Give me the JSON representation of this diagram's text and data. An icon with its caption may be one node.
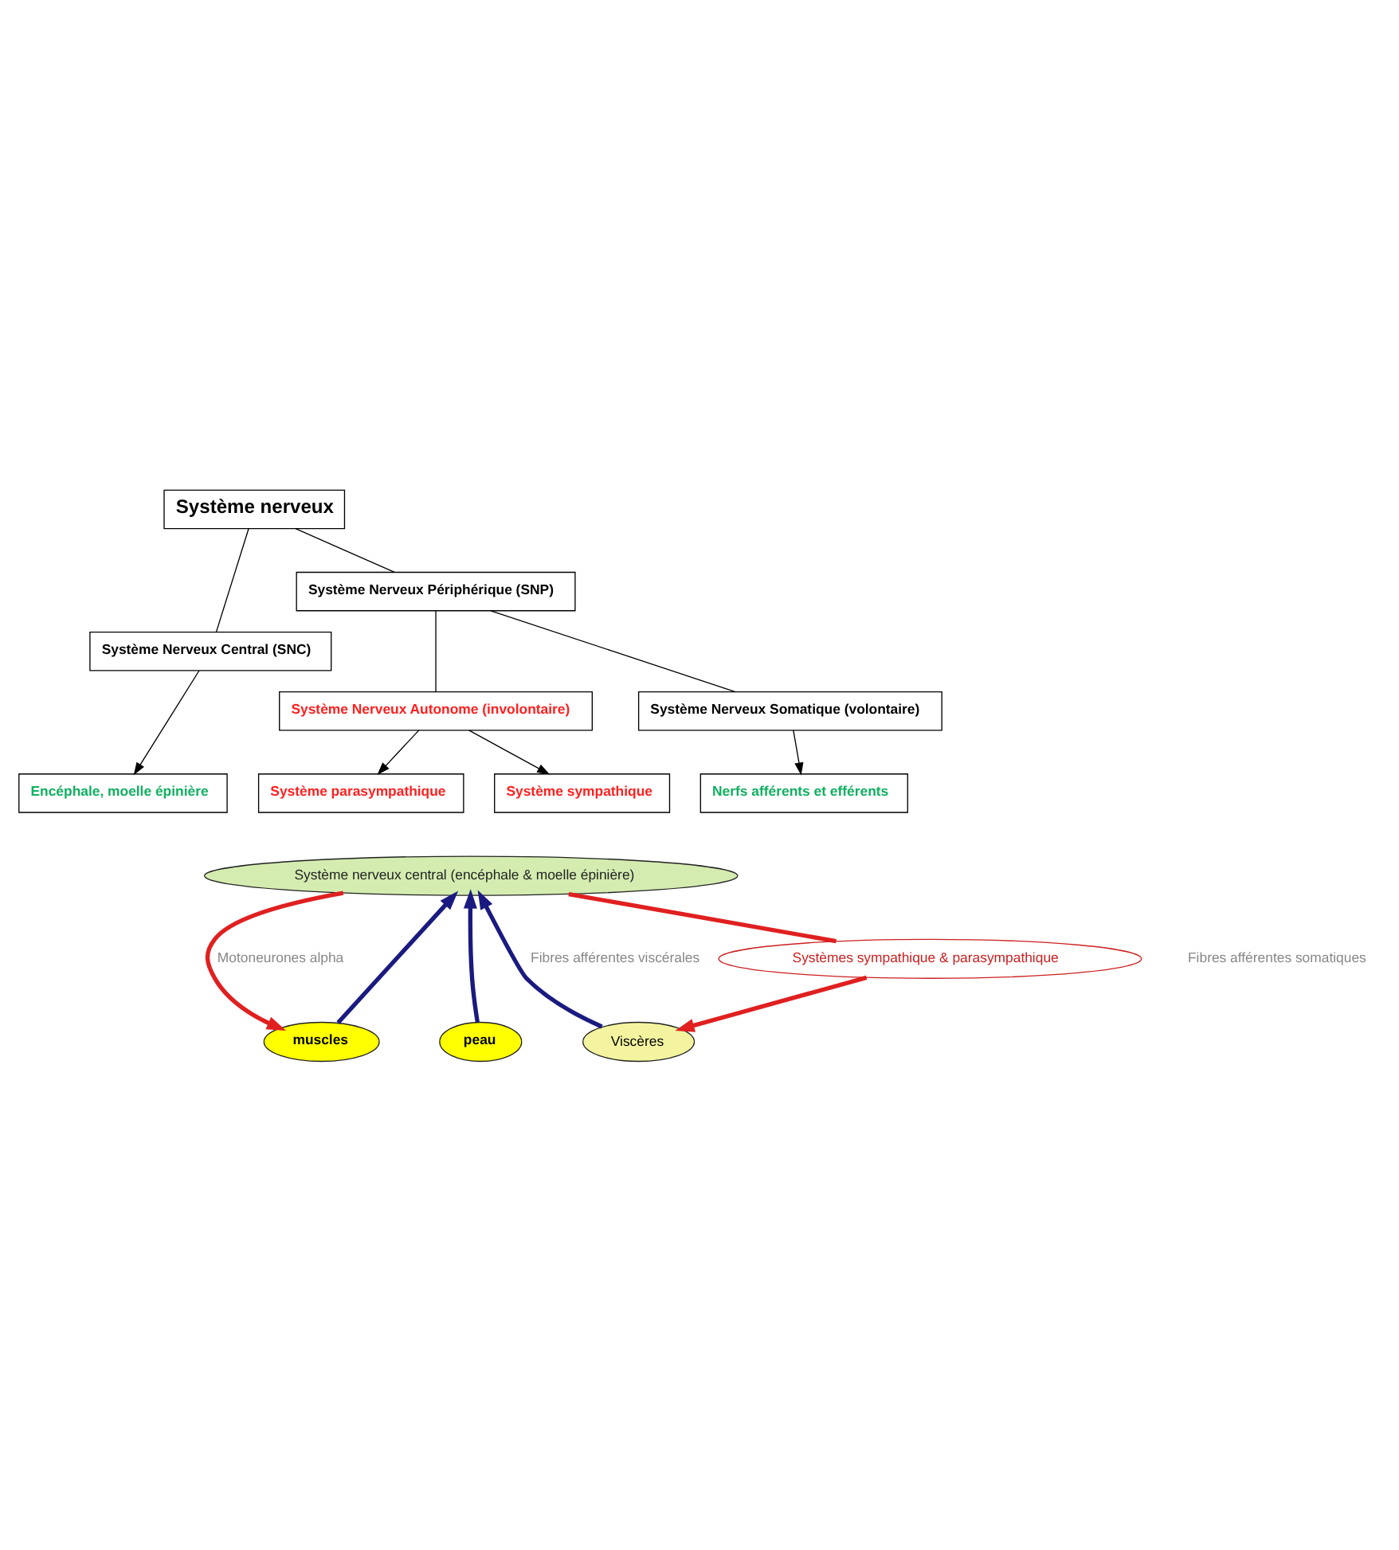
{
  "diagram": {
    "nodes": [
      {
        "text": [
          "Système nerveux"
        ]
      },
      {
        "text": [
          "Système Nerveux Central (SNC)"
        ]
      },
      {
        "text": [
          "Système Nerveux Périphérique (SNP)"
        ]
      },
      {
        "text": [
          "Système Nerveux Autonome (involontaire)"
        ]
      },
      {
        "text": [
          "Système Nerveux Somatique (volontaire)"
        ]
      },
      {
        "text": [
          "Encéphale, moelle épinière"
        ]
      },
      {
        "text": [
          "Système parasympathique"
        ]
      },
      {
        "text": [
          "Système sympathique"
        ]
      },
      {
        "text": [
          "Nerfs afférents et efférents"
        ]
      },
      {
        "text": [
          "Système nerveux central (encéphale & moelle épinière)"
        ]
      },
      {
        "text": [
          "Systèmes sympathique & parasympathique"
        ]
      },
      {
        "text": [
          "muscles"
        ]
      },
      {
        "text": [
          "peau"
        ]
      },
      {
        "text": [
          "Viscères"
        ]
      }
    ],
    "edges": [
      {
        "from": 0,
        "to": 1,
        "arrow": "none"
      },
      {
        "from": 0,
        "to": 2,
        "arrow": "none"
      },
      {
        "from": 1,
        "to": 5,
        "arrow": "to"
      },
      {
        "from": 2,
        "to": 3,
        "arrow": "none"
      },
      {
        "from": 2,
        "to": 4,
        "arrow": "none"
      },
      {
        "from": 3,
        "to": 6,
        "arrow": "to"
      },
      {
        "from": 3,
        "to": 7,
        "arrow": "to"
      },
      {
        "from": 4,
        "to": 8,
        "arrow": "to"
      },
      {
        "from": 9,
        "to": 11,
        "arrow": "to",
        "label": "Motoneurones alpha",
        "style": "thick",
        "color": "#e02020"
      },
      {
        "from": 11,
        "to": 9,
        "arrow": "to",
        "style": "thick",
        "color": "#1a1a80"
      },
      {
        "from": 12,
        "to": 9,
        "arrow": "to",
        "style": "thick",
        "color": "#1a1a80"
      },
      {
        "from": 13,
        "to": 9,
        "arrow": "to",
        "label": "Fibres afférentes viscérales",
        "style": "thick",
        "color": "#1a1a80"
      },
      {
        "from": 9,
        "to": 10,
        "arrow": "none",
        "style": "thick",
        "color": "#e02020"
      },
      {
        "from": 10,
        "to": 13,
        "arrow": "to",
        "style": "thick",
        "color": "#e02020"
      }
    ],
    "labels": [
      "Fibres afférentes somatiques"
    ]
  }
}
